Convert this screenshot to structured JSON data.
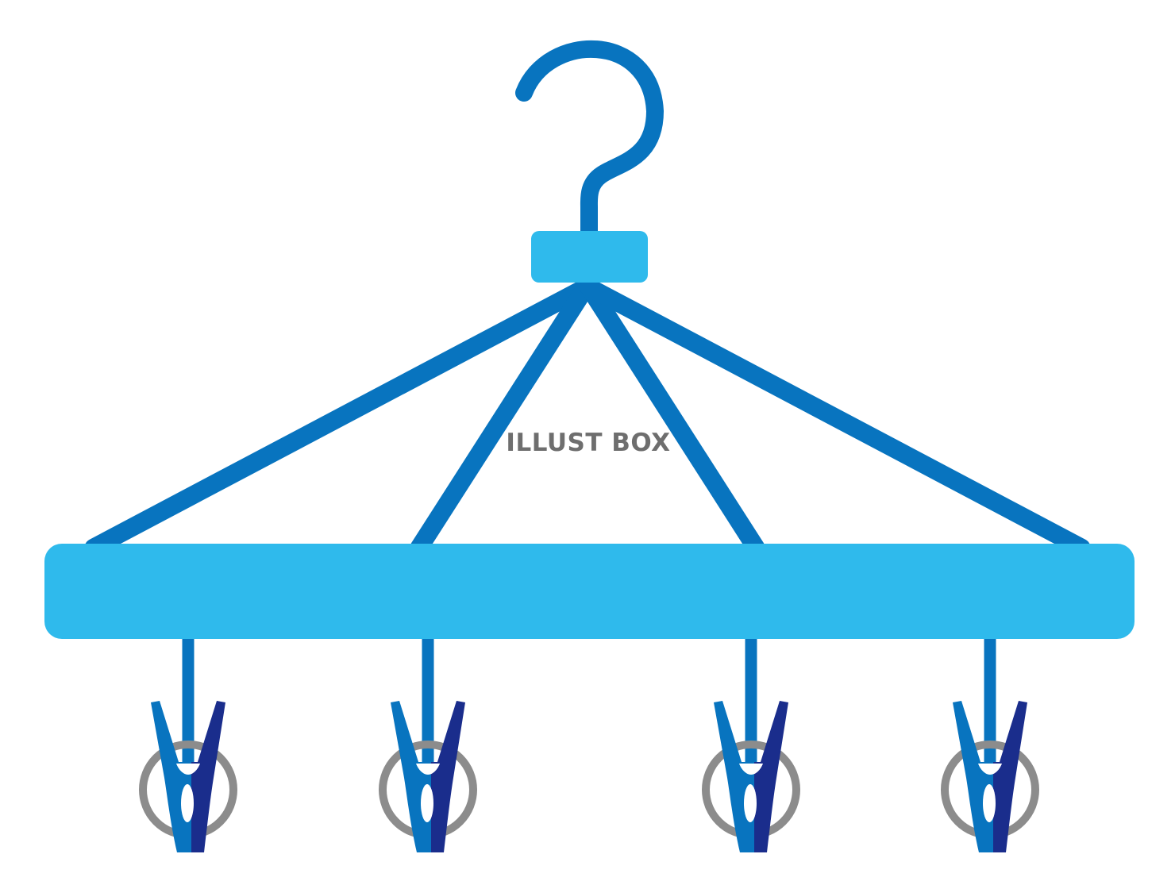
{
  "watermark": {
    "text": "ILLUST BOX"
  },
  "illustration": {
    "subject": "laundry-drying-hanger-with-clothespins",
    "clip_count": 4,
    "icon_names": [
      "hook-icon",
      "hanger-bar-icon",
      "clothespin-icon",
      "ring-icon"
    ]
  },
  "colors": {
    "background": "#ffffff",
    "wire": "#0874bf",
    "bar": "#2fbaec",
    "clip_light": "#0874bf",
    "clip_dark": "#1a2d8c",
    "ring": "#8c8c8c",
    "watermark": "#6e6e6e"
  }
}
